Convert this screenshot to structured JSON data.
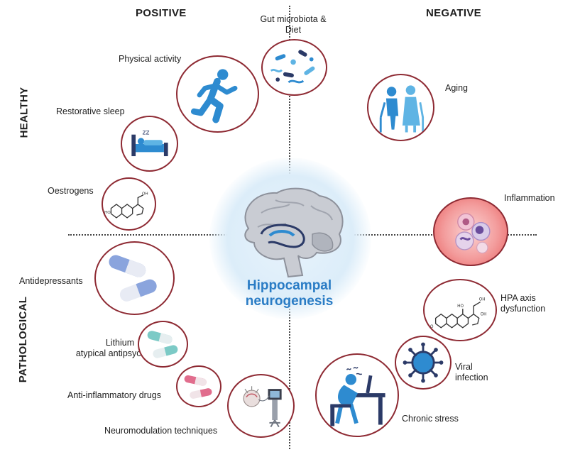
{
  "headers": {
    "positive": "POSITIVE",
    "negative": "NEGATIVE",
    "healthy": "HEALTHY",
    "pathological": "PATHOLOGICAL"
  },
  "center": {
    "title_line1": "Hippocampal",
    "title_line2": "neurogenesis"
  },
  "positive_factors": {
    "gut": "Gut microbiota &",
    "gut_line2": "Diet",
    "physical_activity": "Physical activity",
    "restorative_sleep": "Restorative sleep",
    "oestrogens": "Oestrogens",
    "antidepressants": "Antidepressants",
    "lithium_line1": "Lithium",
    "lithium_line2": "atypical antipsychotics",
    "anti_inflammatory": "Anti-inflammatory drugs",
    "neuromodulation": "Neuromodulation techniques"
  },
  "negative_factors": {
    "aging": "Aging",
    "inflammation": "Inflammation",
    "hpa_line1": "HPA axis",
    "hpa_line2": "dysfunction",
    "viral_line1": "Viral",
    "viral_line2": "infection",
    "chronic_stress": "Chronic stress"
  },
  "colors": {
    "ring_border": "#8e2a33",
    "title_blue": "#2a7cc5",
    "icon_blue": "#2e8bd0",
    "dark_navy": "#2b3a67",
    "pill_blue": "#8aa4dd",
    "pill_teal": "#7ccac6",
    "pill_pink": "#e16d8d"
  }
}
